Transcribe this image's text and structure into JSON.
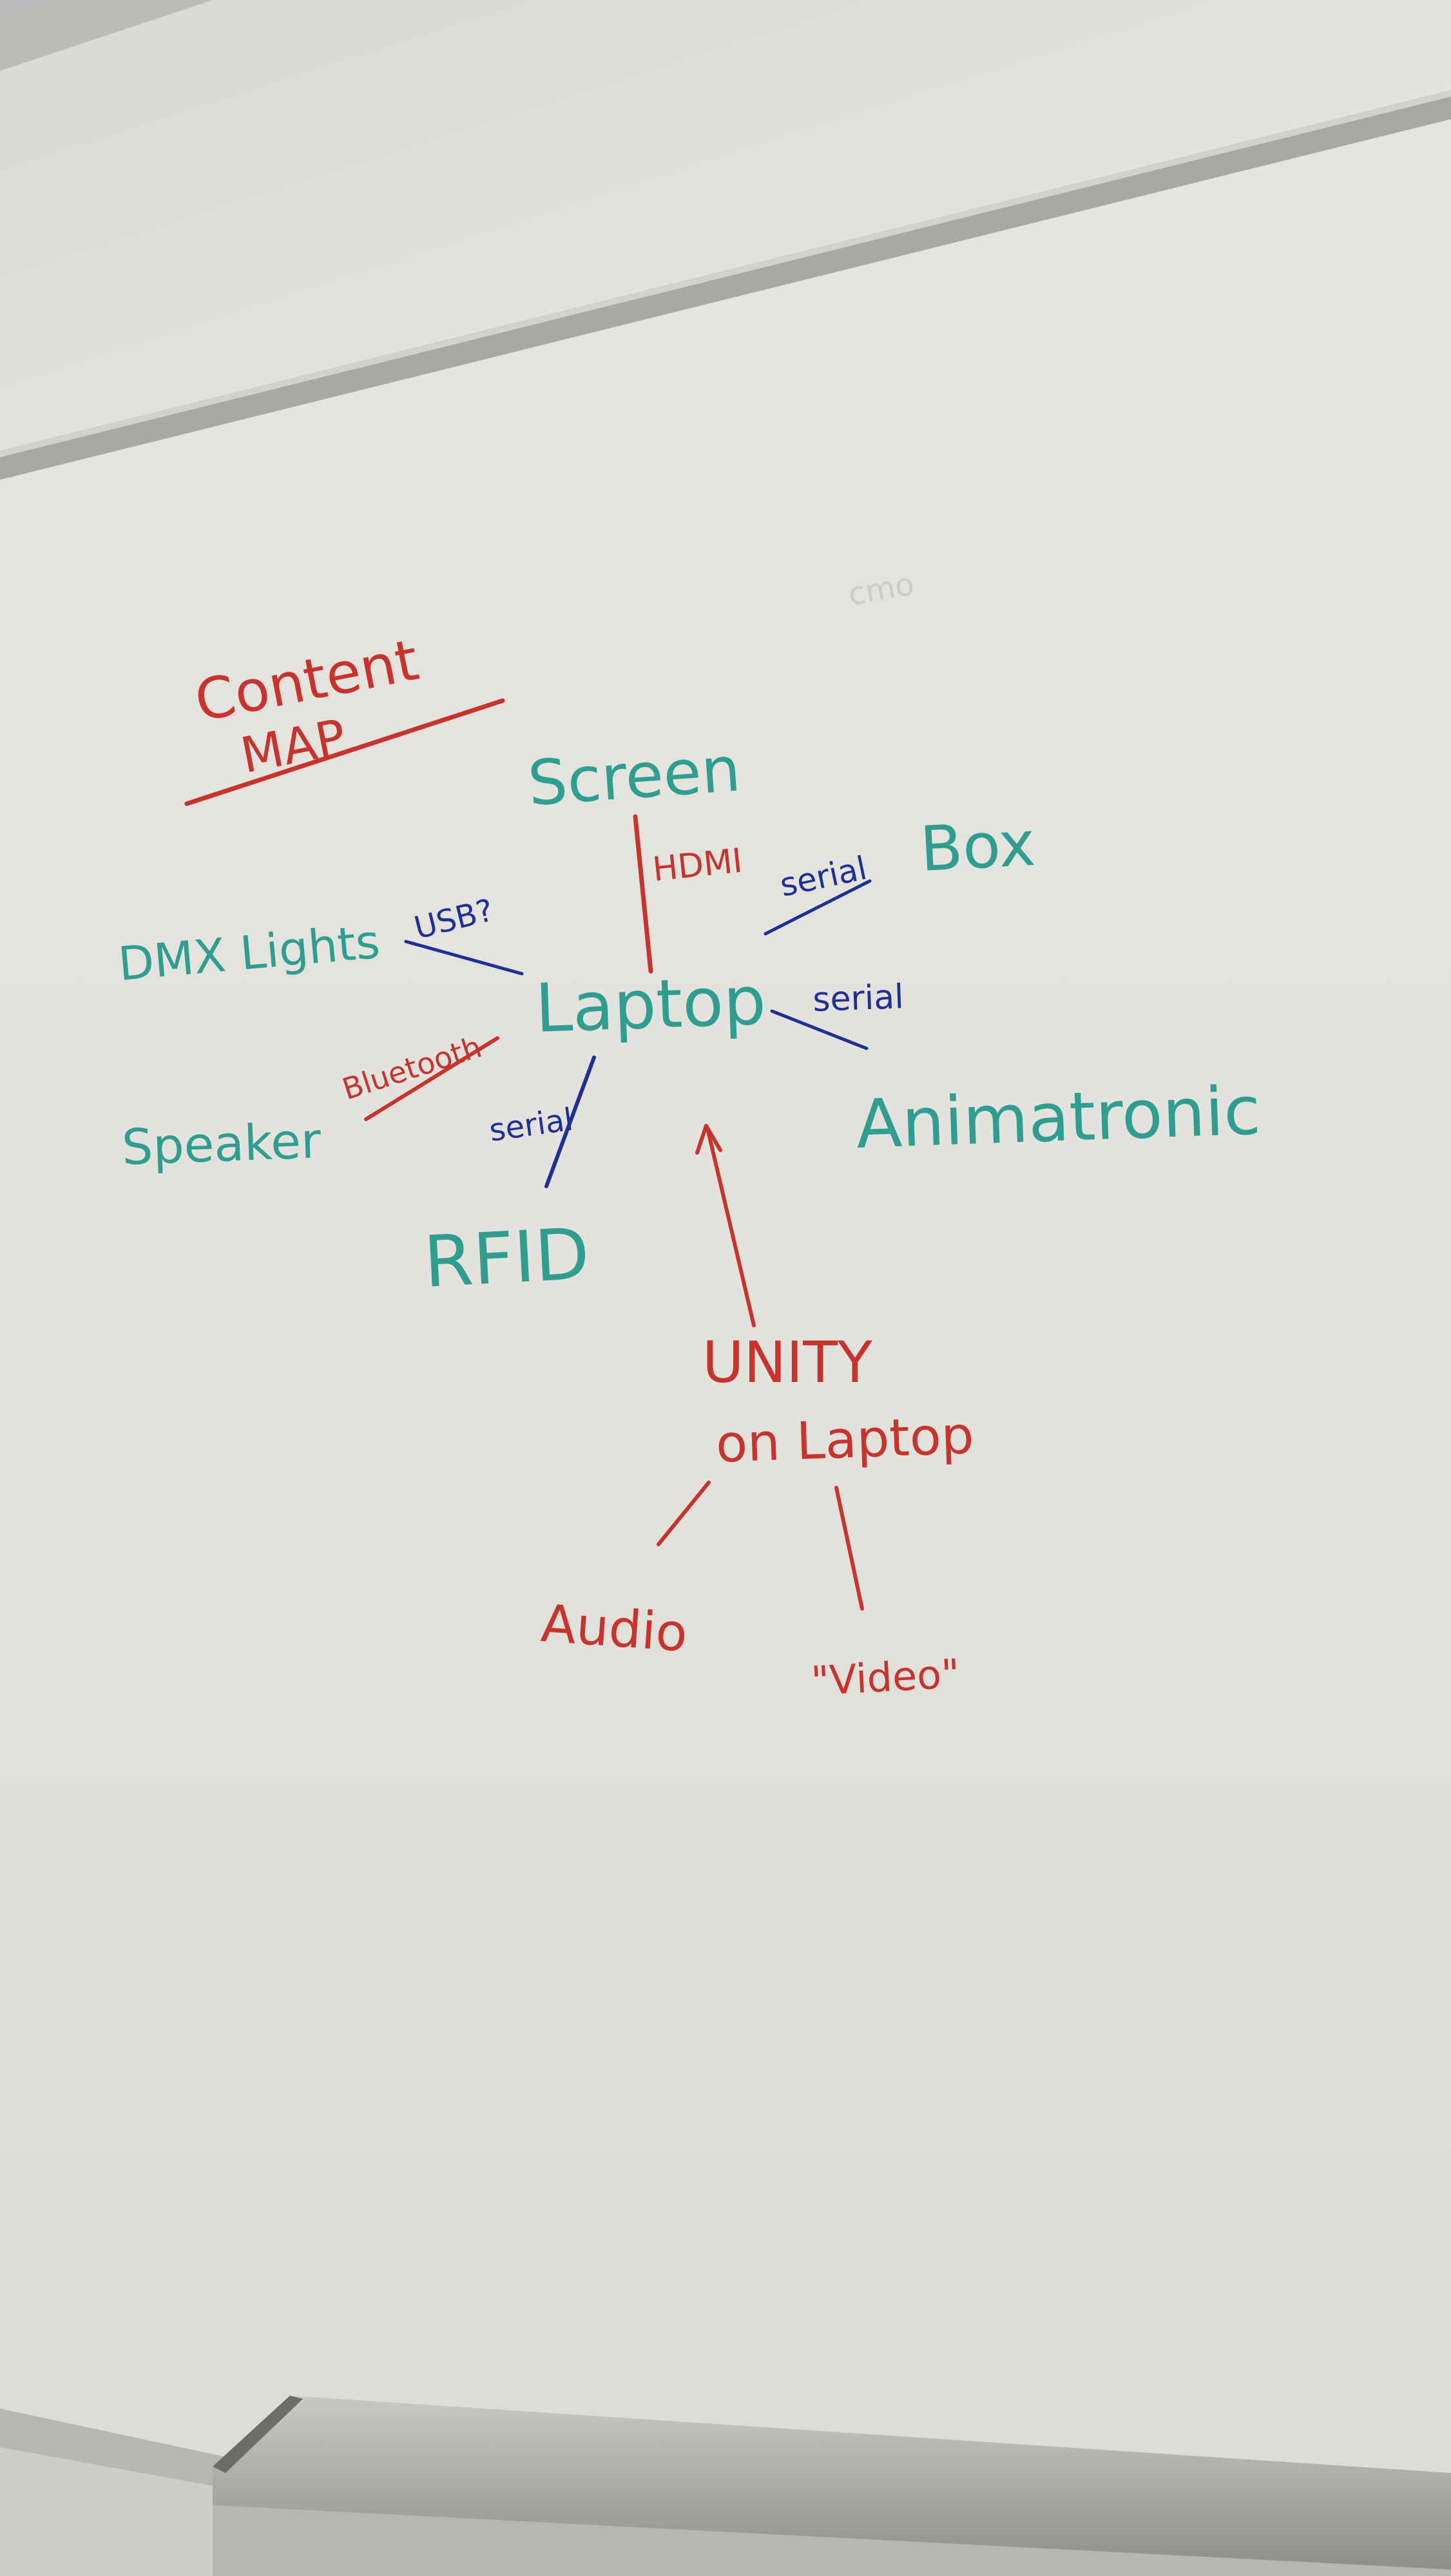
{
  "board": {
    "title_line1": "Content",
    "title_line2": "MAP",
    "colors": {
      "wall": "#e9e7e2",
      "board": "#e3e1dc",
      "frame": "#a9a8a5",
      "teal_marker": "#2f9e90",
      "red_marker": "#c8332e",
      "blue_marker": "#1e2f96"
    }
  },
  "nodes": {
    "screen": "Screen",
    "box": "Box",
    "dmx_lights": "DMX Lights",
    "laptop": "Laptop",
    "animatronic": "Animatronic",
    "speaker": "Speaker",
    "rfid": "RFID"
  },
  "connections": {
    "hdmi": "HDMI",
    "serial_box": "serial",
    "usb": "USB?",
    "serial_animatronic": "serial",
    "bluetooth": "Bluetooth",
    "serial_rfid": "serial"
  },
  "unity": {
    "line1": "UNITY",
    "line2": "on Laptop",
    "audio": "Audio",
    "video": "\"Video\""
  }
}
